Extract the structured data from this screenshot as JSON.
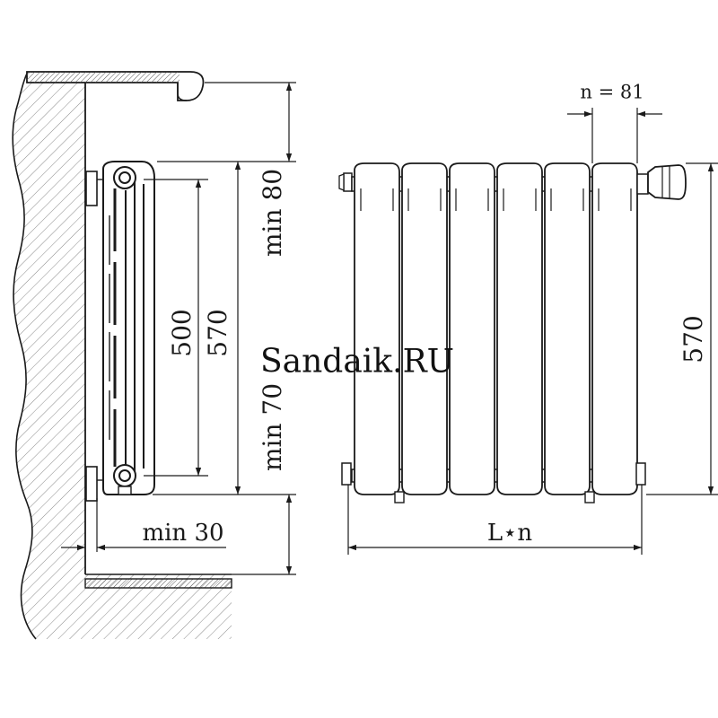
{
  "dimensions": {
    "top_clearance": "min 80",
    "bottom_clearance": "min 70",
    "side_axis_distance": "500",
    "side_height": "570",
    "front_height": "570",
    "wall_distance": "min 30",
    "section_width": "n = 81",
    "total_length": "L⋆n"
  },
  "watermark": "Sandaik.RU",
  "colors": {
    "line": "#1a1a1a",
    "hatch": "#8a8a8a",
    "background": "#ffffff"
  },
  "sections_count": 6
}
